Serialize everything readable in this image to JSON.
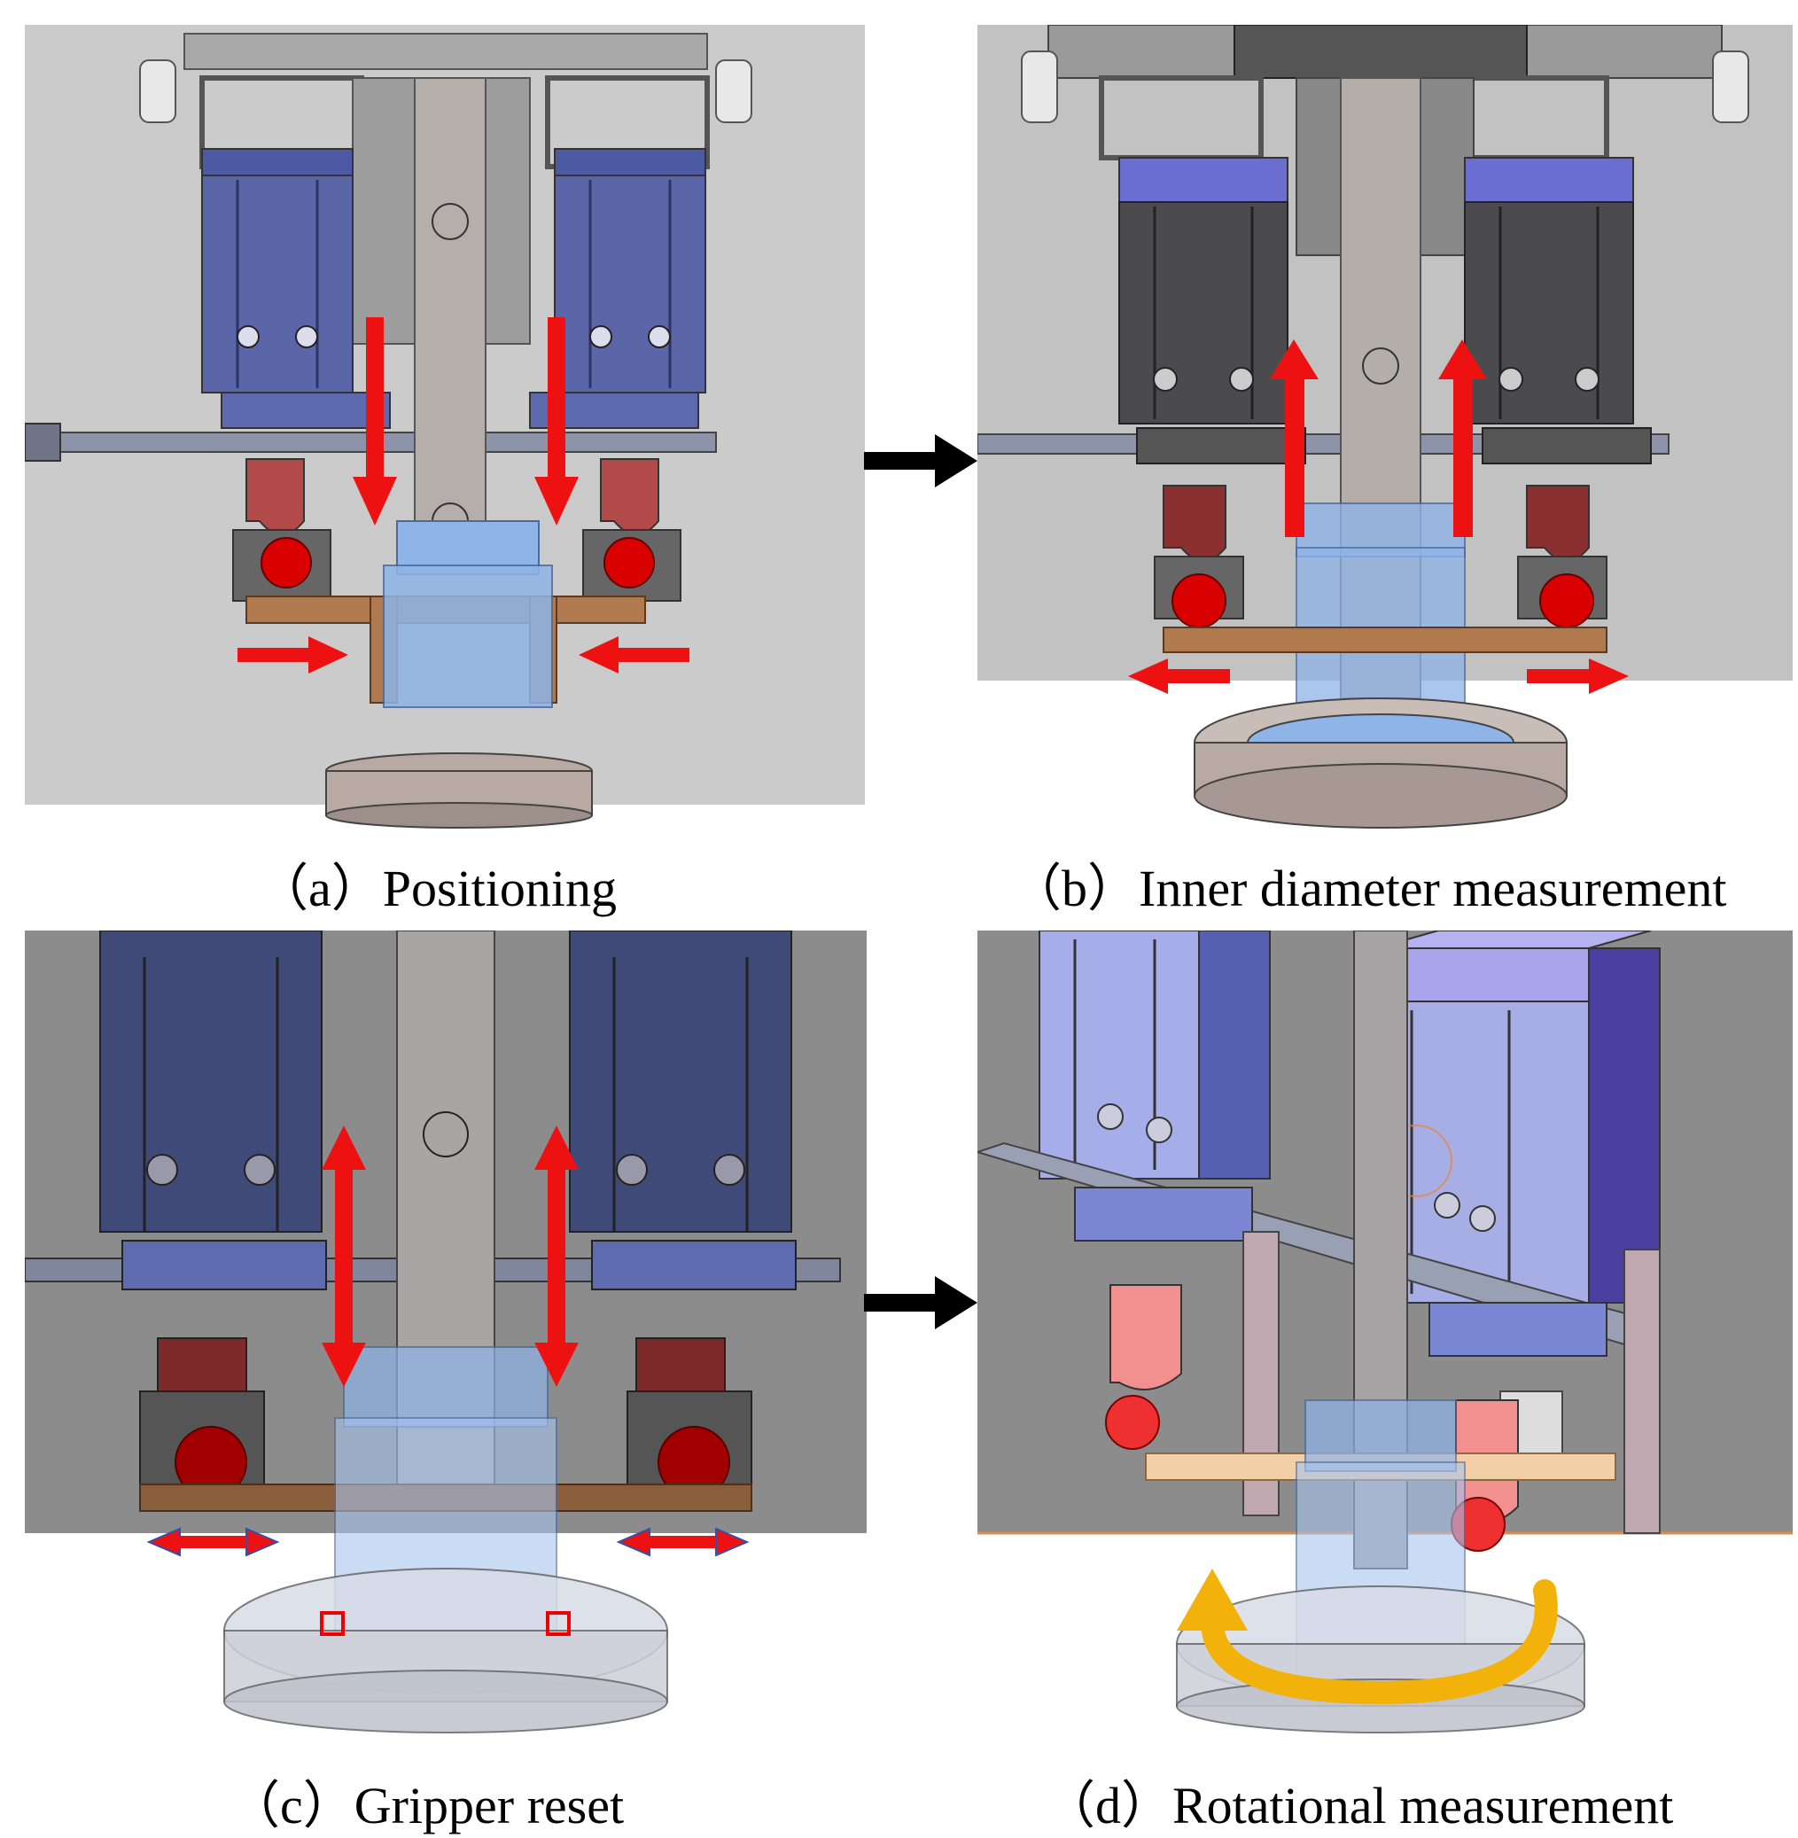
{
  "captions": {
    "a": "（a）Positioning",
    "b": "（b）Inner diameter measurement",
    "c": "（c）Gripper reset",
    "d": "（d）Rotational measurement"
  },
  "colors": {
    "background_panel": "#c9c9c9",
    "cylinder_blue": "#5a66a8",
    "dark_cylinder": "#3f4152",
    "gripper_red": "#b24a4a",
    "roller_red": "#d80000",
    "bracket_bronze": "#b07a4e",
    "glass_blue": "#8fb4e8",
    "shaft_gray": "#b6aeaa",
    "motion_arrow_red": "#ee1111",
    "flow_arrow_black": "#000000",
    "rotation_arrow_gold": "#f2b20a"
  },
  "icons": [
    "flow-arrow-right",
    "motion-arrow-down",
    "motion-arrow-up",
    "motion-arrow-double",
    "rotation-arrow"
  ]
}
